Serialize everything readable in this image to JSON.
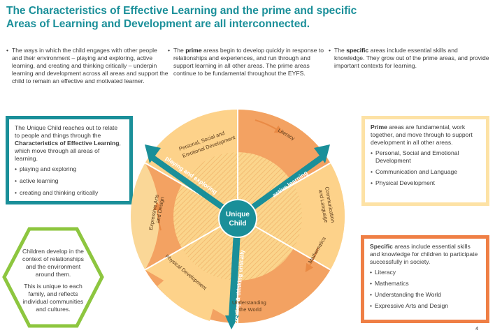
{
  "title": {
    "line1": "The Characteristics of Effective Learning and the prime and specific",
    "line2": "Areas of Learning and Development are all interconnected."
  },
  "columns": [
    {
      "prefix": "",
      "bold": "",
      "text": "The ways in which the child engages with other people and their environment – playing and exploring, active learning, and creating and thinking critically – underpin learning and development across all areas and support the child to remain an effective and motivated learner."
    },
    {
      "prefix": "The ",
      "bold": "prime",
      "text": " areas begin to develop quickly in response to relationships and experiences, and run through and support learning in all other areas. The prime areas continue to be fundamental throughout the EYFS."
    },
    {
      "prefix": "The ",
      "bold": "specific",
      "text": " areas include essential skills and knowledge. They grow out of the prime areas, and provide important contexts for learning."
    }
  ],
  "unique_child_box": {
    "intro": "The Unique Child reaches out to relate to people and things through the ",
    "bold": "Characteristics of Effective Learning",
    "outro": ", which move through all areas of learning.",
    "items": [
      "playing and exploring",
      "active learning",
      "creating and thinking critically"
    ]
  },
  "prime_box": {
    "bold": "Prime",
    "text": " areas are fundamental, work together, and move through to support development in all other areas.",
    "items": [
      "Personal, Social and Emotional Development",
      "Communication and Language",
      "Physical Development"
    ]
  },
  "specific_box": {
    "bold": "Specific",
    "text": " areas include essential skills and knowledge for children to participate successfully in society.",
    "items": [
      "Literacy",
      "Mathematics",
      "Understanding the World",
      "Expressive Arts and Design"
    ]
  },
  "hexagon": {
    "p1": "Children develop in the context of relationships and the environment around them.",
    "p2": "This is unique to each family, and reflects individual communities and cultures."
  },
  "wheel": {
    "center_line1": "Unique",
    "center_line2": "Child",
    "arrows": {
      "playing": "playing and exploring",
      "active": "active learning",
      "creating": "creating & thinking critically"
    },
    "segments": {
      "psed_line1": "Personal, Social and",
      "psed_line2": "Emotional Development",
      "literacy": "Literacy",
      "comm_line1": "Communication",
      "comm_line2": "and Language",
      "maths": "Mathematics",
      "utw_line1": "Understanding",
      "utw_line2": "the World",
      "physical": "Physical Development",
      "ead_line1": "Expressive Arts",
      "ead_line2": "and Design"
    }
  },
  "colors": {
    "teal": "#1a8f99",
    "prime_yellow": "#fdd28a",
    "specific_orange": "#f3a262",
    "hex_green": "#8dc63f",
    "orange_border": "#ef7f45"
  },
  "page_number": "4"
}
